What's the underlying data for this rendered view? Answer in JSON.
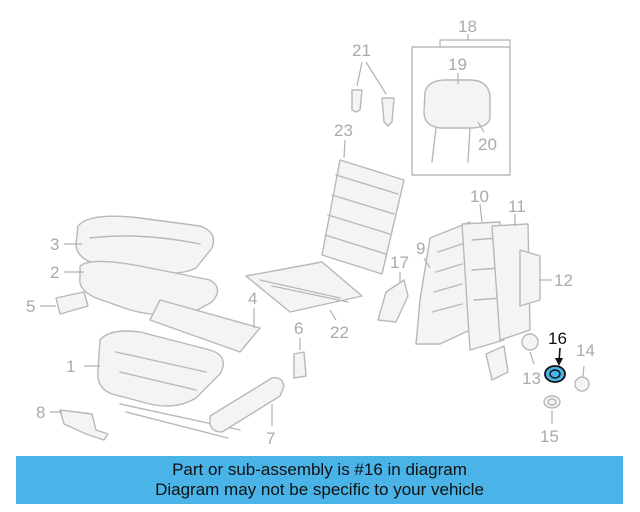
{
  "callouts": [
    {
      "id": "1",
      "text": "1"
    },
    {
      "id": "2",
      "text": "2"
    },
    {
      "id": "3",
      "text": "3"
    },
    {
      "id": "4",
      "text": "4"
    },
    {
      "id": "5",
      "text": "5"
    },
    {
      "id": "6",
      "text": "6"
    },
    {
      "id": "7",
      "text": "7"
    },
    {
      "id": "8",
      "text": "8"
    },
    {
      "id": "9",
      "text": "9"
    },
    {
      "id": "10",
      "text": "10"
    },
    {
      "id": "11",
      "text": "11"
    },
    {
      "id": "12",
      "text": "12"
    },
    {
      "id": "13",
      "text": "13"
    },
    {
      "id": "14",
      "text": "14"
    },
    {
      "id": "15",
      "text": "15"
    },
    {
      "id": "16",
      "text": "16"
    },
    {
      "id": "17",
      "text": "17"
    },
    {
      "id": "18",
      "text": "18"
    },
    {
      "id": "19",
      "text": "19"
    },
    {
      "id": "20",
      "text": "20"
    },
    {
      "id": "21",
      "text": "21"
    },
    {
      "id": "22",
      "text": "22"
    },
    {
      "id": "23",
      "text": "23"
    }
  ],
  "highlighted_part": "16",
  "colors": {
    "banner": "#4ab3e8",
    "highlight": "#111111",
    "part_line": "#b8b8b8",
    "label": "#aaaaaa"
  },
  "banner": {
    "line1": "Part or sub-assembly is #16 in diagram",
    "line2": "Diagram may not be specific to your vehicle"
  }
}
